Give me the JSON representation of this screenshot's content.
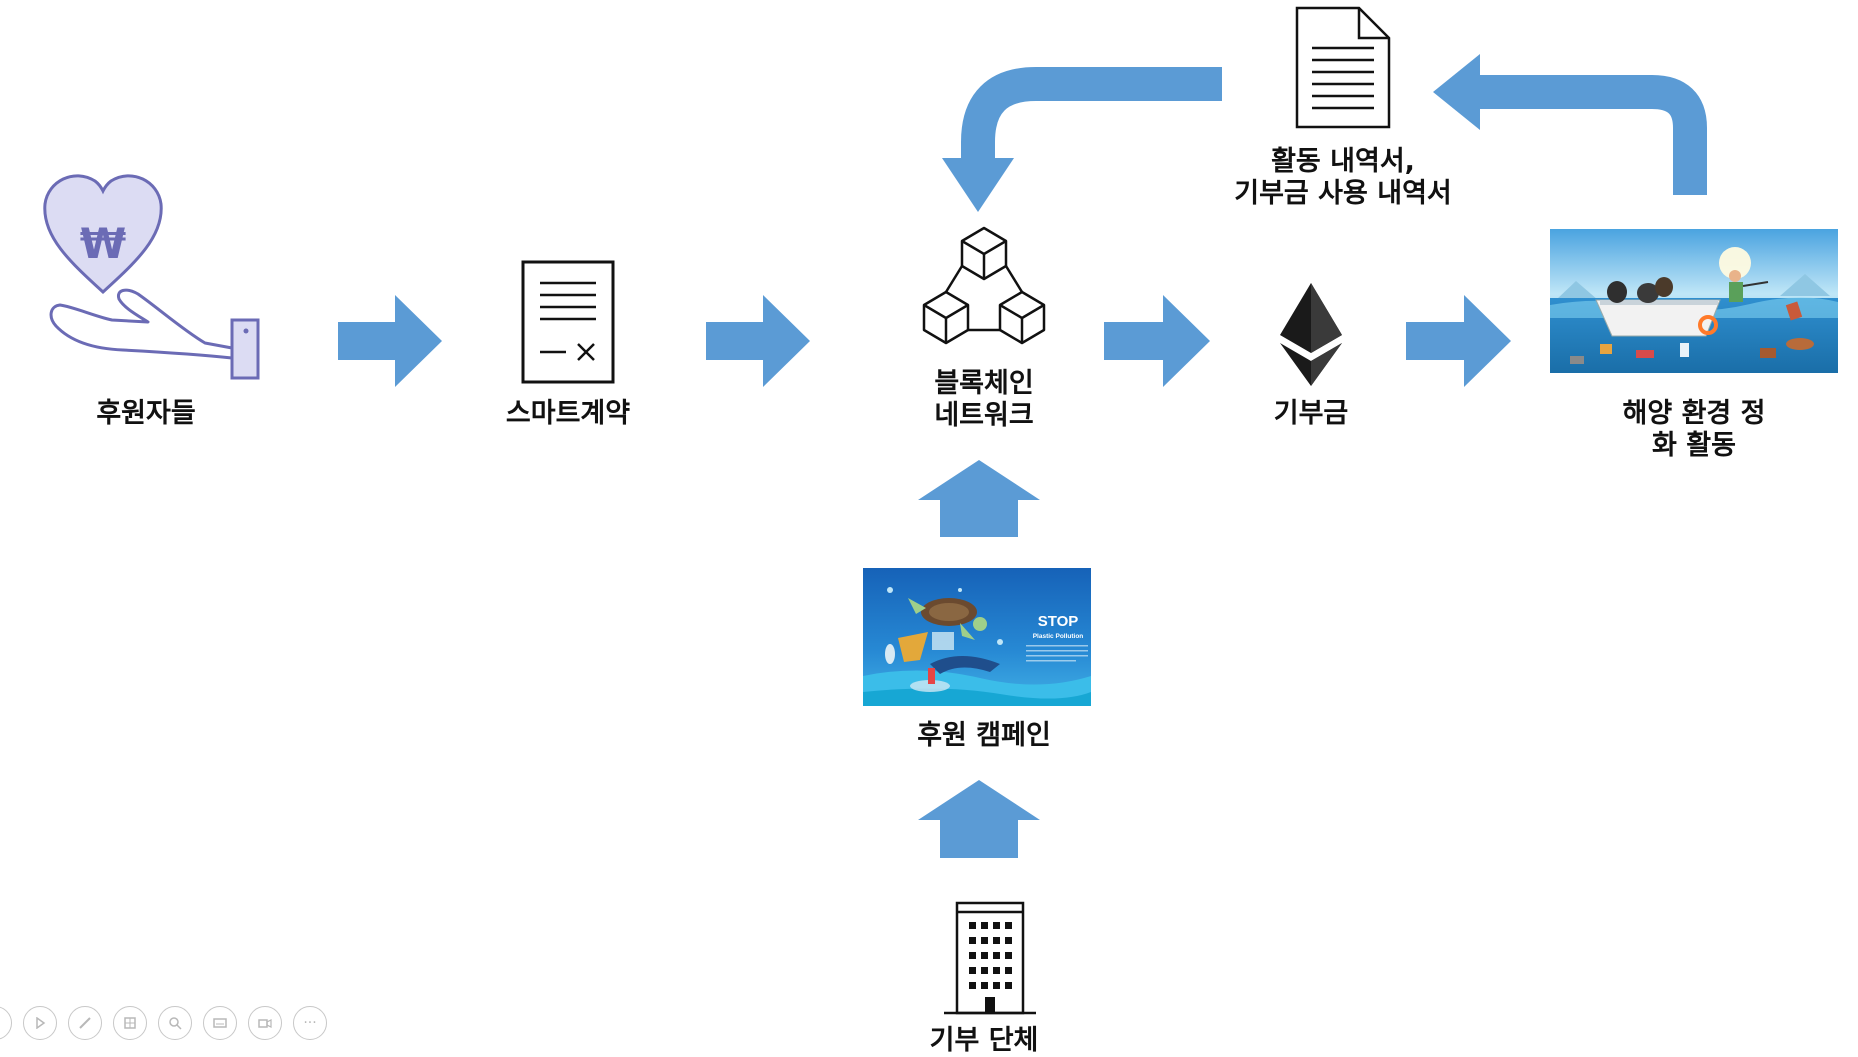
{
  "nodes": {
    "sponsors": {
      "label": "후원자들",
      "icon": "heart-hand-won-icon",
      "symbol": "₩"
    },
    "smart_contract": {
      "label": "스마트계약",
      "icon": "contract-document-icon"
    },
    "blockchain": {
      "label": "블록체인\n네트워크",
      "icon": "blockchain-cubes-icon"
    },
    "donation": {
      "label": "기부금",
      "icon": "ethereum-icon"
    },
    "cleanup": {
      "label": "해양 환경 정화 활동",
      "image": "ocean-cleanup-boat-illustration"
    },
    "report": {
      "label": "활동 내역서,\n기부금 사용 내역서",
      "icon": "document-icon"
    },
    "campaign": {
      "label": "후원 캠페인",
      "image": "stop-plastic-pollution-illustration",
      "image_text": {
        "stop": "STOP",
        "subtitle": "Plastic Pollution"
      }
    },
    "organization": {
      "label": "기부 단체",
      "icon": "building-icon"
    }
  },
  "colors": {
    "arrow": "#5b9bd5",
    "icon_purple": "#6b6bb5",
    "heart_fill": "#dcdcf3",
    "ink": "#111111"
  },
  "toolbar": {
    "icons": [
      "prev-icon",
      "play-icon",
      "pen-icon",
      "slides-icon",
      "zoom-icon",
      "subtitles-icon",
      "camera-icon",
      "more-icon"
    ],
    "more_label": "···"
  }
}
